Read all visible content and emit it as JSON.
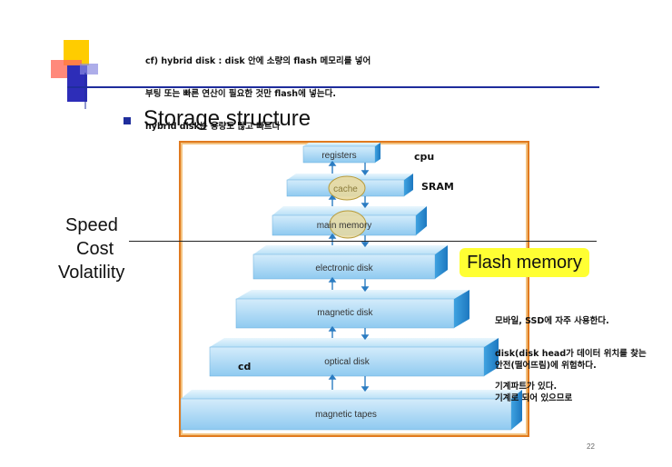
{
  "note_top": {
    "line1": "cf) hybrid disk : disk 안에 소량의 flash 메모리를 넣어",
    "line2": "부팅 또는 빠른 연산이 필요한 것만 flash에 넣는다.",
    "line3": "hybrid disk는 용량도 많고 빠르다"
  },
  "title": "Storage structure",
  "left_labels": [
    "Speed",
    "Cost",
    "Volatility"
  ],
  "tiers": [
    "registers",
    "cache",
    "main memory",
    "electronic disk",
    "magnetic disk",
    "optical disk",
    "magnetic tapes"
  ],
  "side_labels": {
    "cpu": "cpu",
    "sram": "SRAM",
    "cd": "cd"
  },
  "flash_callout": "Flash memory",
  "note_mobile": {
    "line1": "모바일, SSD에 자주 사용한다.",
    "line2": "disk(disk head가 데이터 위치를 찾는",
    "line3": "기계파트가 있다."
  },
  "note_safe": {
    "line1": "안전(떨어뜨림)에 위험하다.",
    "line2": "기계로 되어 있으므로"
  },
  "page_number": "22",
  "colors": {
    "accent_blue": "#1f2d9c",
    "logo_yellow": "#ffcc00",
    "logo_red": "#ff3b30",
    "frame_orange": "#e07a1f",
    "highlight": "#ffff33"
  }
}
